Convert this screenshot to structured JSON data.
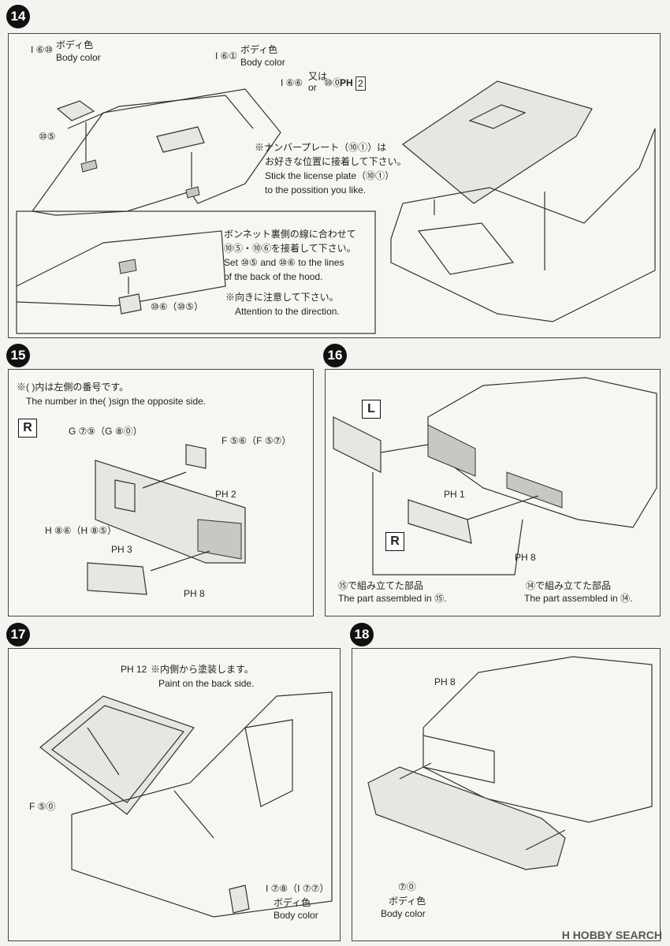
{
  "steps": {
    "s14": {
      "number": "14",
      "label_i60": "I ⑥⑩",
      "body_color_jp_1": "ボディ色",
      "body_color_en_1": "Body color",
      "label_i61": "I ⑥①",
      "body_color_jp_2": "ボディ色",
      "body_color_en_2": "Body color",
      "label_i66": "I ⑥⑥",
      "or_jp": "又は",
      "or_en": "or",
      "label_100": "⑩⓪",
      "ph_code": "PH",
      "ph_num": "2",
      "label_105": "⑩⑤",
      "plate_note_jp1": "※ナンバープレート（⑩①）は",
      "plate_note_jp2": "お好きな位置に接着して下さい。",
      "plate_note_en1": "Stick the license plate（⑩①）",
      "plate_note_en2": "to the possition you like.",
      "inset_note_jp1": "ボンネット裏側の線に合わせて",
      "inset_note_jp2": "⑩⑤・⑩⑥を接着して下さい。",
      "inset_note_en1": "Set ⑩⑤ and ⑩⑥ to the lines",
      "inset_note_en2": "of the back of the hood.",
      "direction_jp": "※向きに注意して下さい。",
      "direction_en": "Attention to the direction.",
      "label_106": "⑩⑥（⑩⑤）"
    },
    "s15": {
      "number": "15",
      "note_jp": "※(  )内は左側の番号です。",
      "note_en": "The number in the(  )sign the opposite side.",
      "side": "R",
      "label_g": "G ⑦⑨（G ⑧⓪）",
      "label_f": "F ⑤⑥（F ⑤⑦）",
      "label_ph2": "PH 2",
      "label_h": "H ⑧⑥（H ⑧⑤）",
      "label_ph3": "PH 3",
      "label_ph8": "PH 8"
    },
    "s16": {
      "number": "16",
      "side_l": "L",
      "side_r": "R",
      "label_ph1": "PH 1",
      "label_ph8": "PH 8",
      "assembled15_jp": "⑮で組み立てた部品",
      "assembled15_en": "The part assembled in ⑮.",
      "assembled14_jp": "⑭で組み立てた部品",
      "assembled14_en": "The part assembled in ⑭."
    },
    "s17": {
      "number": "17",
      "label_ph12": "PH 12",
      "paint_jp": "※内側から塗装します。",
      "paint_en": "Paint on the back side.",
      "label_f50": "F ⑤⓪",
      "label_i78": "I ⑦⑧（I ⑦⑦）",
      "body_color_jp": "ボディ色",
      "body_color_en": "Body color"
    },
    "s18": {
      "number": "18",
      "label_ph8": "PH 8",
      "label_70": "⑦⓪",
      "body_color_jp": "ボディ色",
      "body_color_en": "Body color"
    }
  },
  "watermark": "H HOBBY SEARCH"
}
